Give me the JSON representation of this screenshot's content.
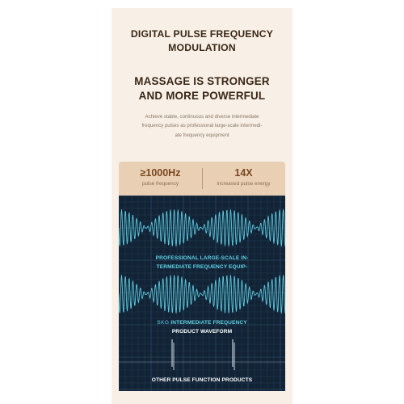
{
  "headline": {
    "line1": "DIGITAL PULSE FREQUENCY",
    "line2": "MODULATION"
  },
  "subheadline": {
    "line1": "MASSAGE IS STRONGER",
    "line2": "AND MORE POWERFUL"
  },
  "description": {
    "line1": "Achieve stable, continuous and diverse intermediate",
    "line2": "frequency pulses as professional large-scale intermedi-",
    "line3": "ate frequency equipment"
  },
  "stats": [
    {
      "value": "≥1000Hz",
      "label": "pulse frequency"
    },
    {
      "value": "14X",
      "label": "increased pulse energy"
    }
  ],
  "waveform_panel": {
    "professional_caption": {
      "line1": "PROFESSIONAL LARGE-SCALE IN-",
      "line2": "TERMEDIATE FREQUENCY EQUIP-"
    },
    "skg_caption": {
      "brand": "SKG",
      "line1": "INTERMEDIATE FREQUENCY",
      "line2": "PRODUCT WAVEFORM"
    },
    "other_caption": "OTHER PULSE FUNCTION PRODUCTS"
  },
  "colors": {
    "page_background": "#f8efe6",
    "title_text": "#3a2716",
    "stats_background": "#e9d0b5",
    "stats_value": "#7a4820",
    "scope_background": "#122336",
    "scope_grid": "#2d4a63",
    "waveform": "#5fd1e6",
    "pulse_spikes": "#c7ced6"
  }
}
